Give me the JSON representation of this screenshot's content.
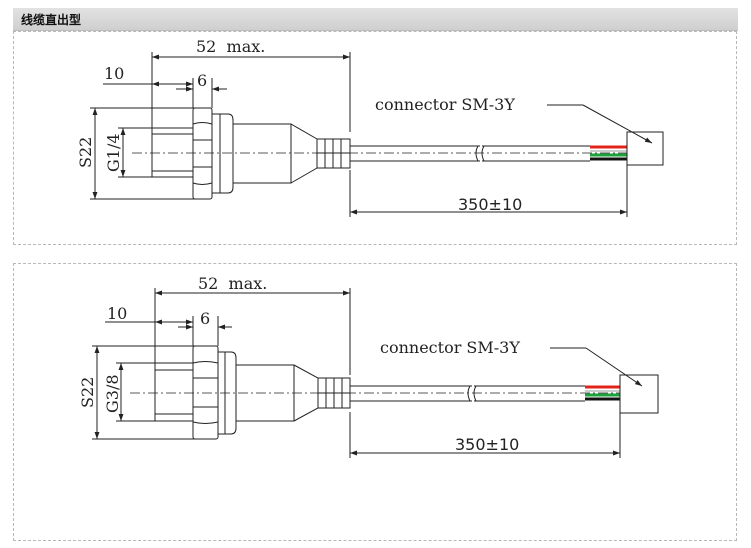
{
  "header": {
    "title": "线缆直出型"
  },
  "drawings": [
    {
      "overall_length": "52  max.",
      "hex_depth": "10",
      "thread_depth": "6",
      "hex_size": "S22",
      "thread": "G1/4",
      "connector": "connector SM-3Y",
      "cable_length": "350±10"
    },
    {
      "overall_length": "52  max.",
      "hex_depth": "10",
      "thread_depth": "6",
      "hex_size": "S22",
      "thread": "G3/8",
      "connector": "connector SM-3Y",
      "cable_length": "350±10"
    }
  ],
  "wire_colors": {
    "red": "#e2231a",
    "white": "#ffffff",
    "green": "#1aa33a",
    "black": "#111111"
  }
}
